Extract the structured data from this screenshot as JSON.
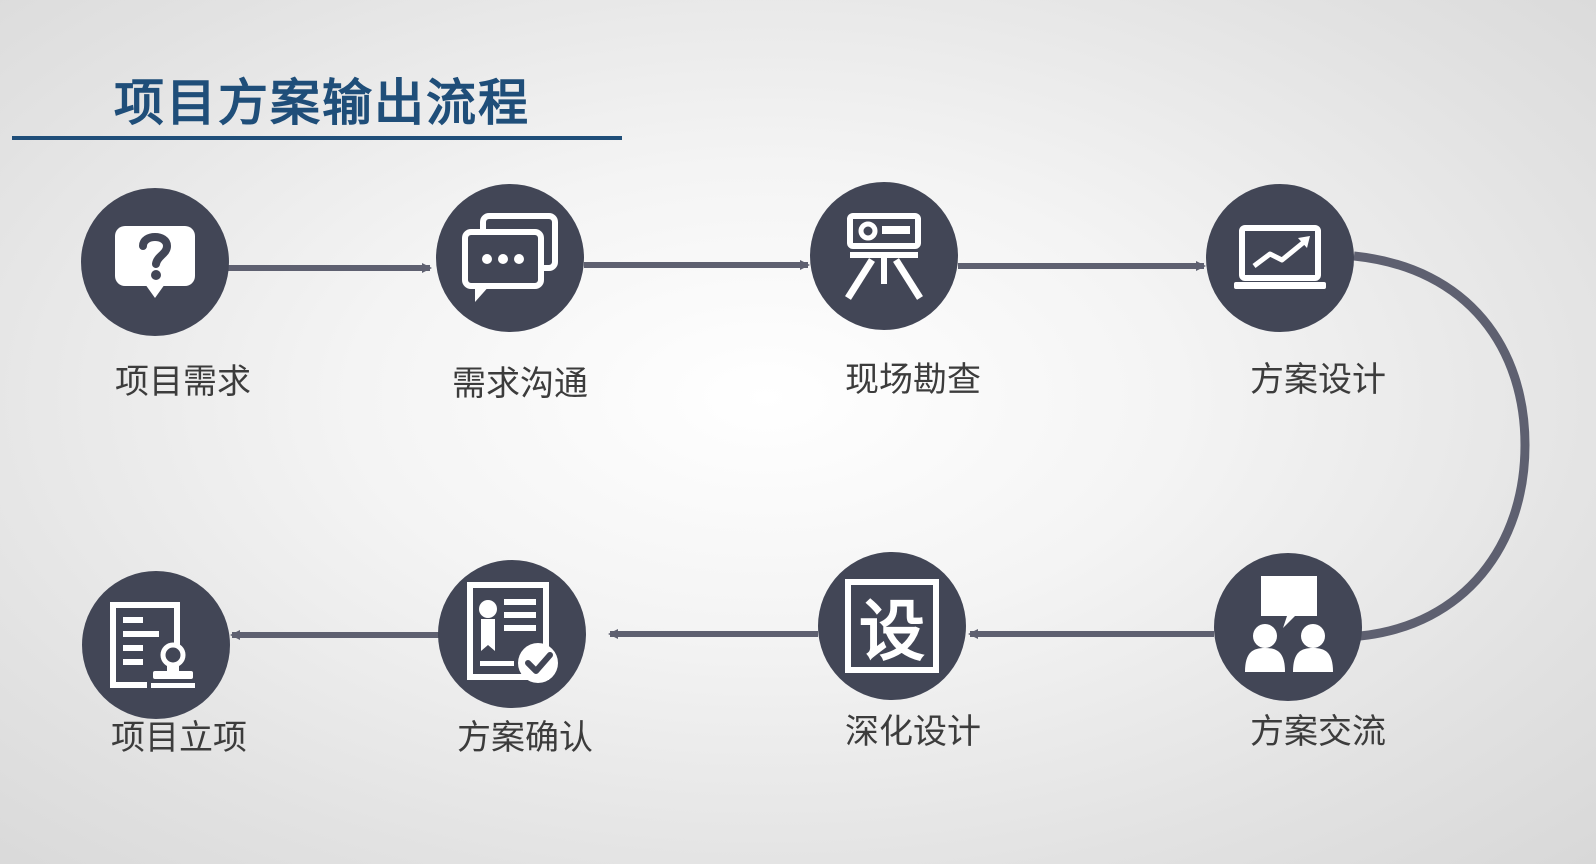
{
  "title": "项目方案输出流程",
  "colors": {
    "title": "#1f4e79",
    "node": "#424656",
    "connector": "#5e6070",
    "label": "#3c3c3c"
  },
  "steps": [
    {
      "label": "项目需求",
      "icon": "question-bubble-icon"
    },
    {
      "label": "需求沟通",
      "icon": "chat-bubbles-icon"
    },
    {
      "label": "现场勘查",
      "icon": "survey-instrument-icon"
    },
    {
      "label": "方案设计",
      "icon": "laptop-chart-icon"
    },
    {
      "label": "方案交流",
      "icon": "people-discussion-icon"
    },
    {
      "label": "深化设计",
      "icon": "design-character-icon"
    },
    {
      "label": "方案确认",
      "icon": "certificate-check-icon"
    },
    {
      "label": "项目立项",
      "icon": "document-stamp-icon"
    }
  ],
  "icon_glyphs": {
    "design_character": "设"
  }
}
